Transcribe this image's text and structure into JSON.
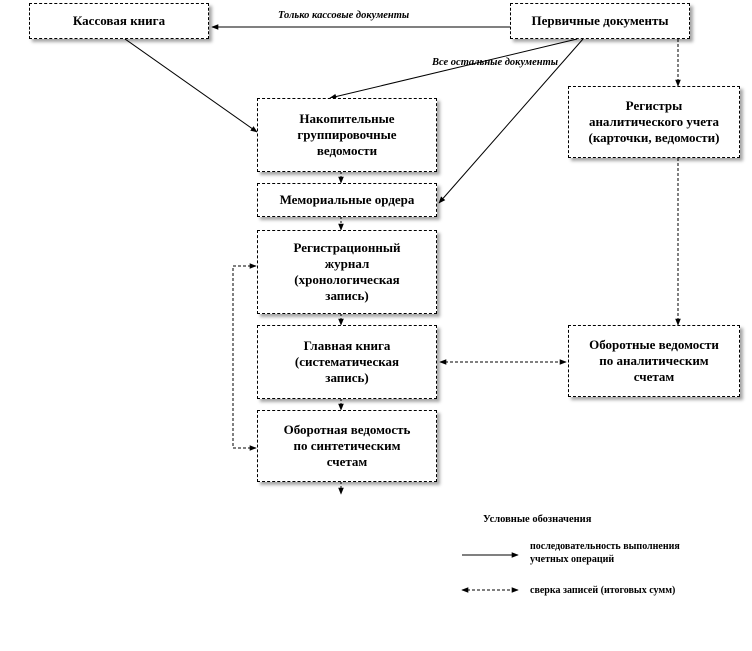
{
  "nodes": {
    "cash_book": "Кассовая книга",
    "primary_docs": "Первичные документы",
    "cumulative_statements": "Накопительные\nгруппировочные\nведомости",
    "analytical_registers": "Регистры\nаналитического учета\n(карточки, ведомости)",
    "memorial_orders": "Мемориальные ордера",
    "registration_journal": "Регистрационный\nжурнал\n(хронологическая\nзапись)",
    "general_ledger": "Главная книга\n(систематическая\nзапись)",
    "turnover_analytical": "Оборотные ведомости\nпо аналитическим\nсчетам",
    "turnover_synthetic": "Оборотная ведомость\nпо синтетическим\nсчетам"
  },
  "edge_labels": {
    "only_cash": "Только кассовые документы",
    "all_other": "Все остальные документы"
  },
  "legend": {
    "title": "Условные обозначения",
    "solid": "последовательность выполнения\nучетных операций",
    "dotted": "сверка записей (итоговых сумм)"
  }
}
